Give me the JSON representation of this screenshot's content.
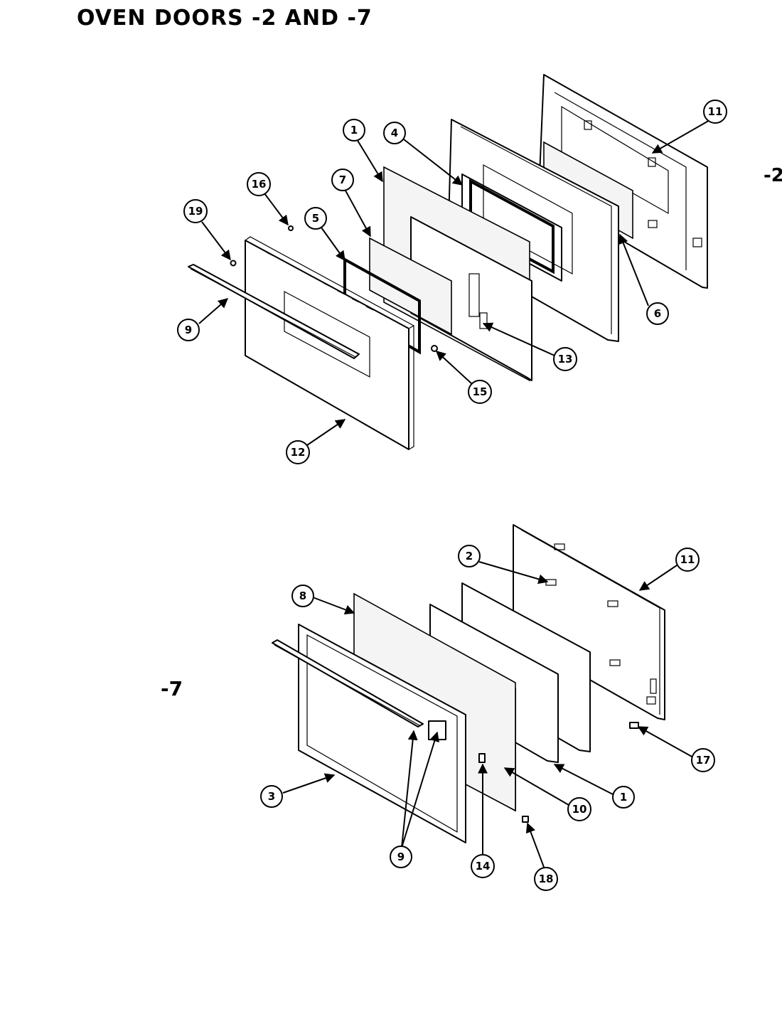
{
  "title": "OVEN DOORS -2 AND -7",
  "side_label": "-7",
  "edge_label": "-2",
  "callouts_upper": [
    "1",
    "4",
    "11",
    "7",
    "16",
    "19",
    "5",
    "9",
    "6",
    "13",
    "15",
    "12"
  ],
  "callouts_lower": [
    "2",
    "11",
    "8",
    "17",
    "3",
    "1",
    "10",
    "9",
    "14",
    "18"
  ]
}
